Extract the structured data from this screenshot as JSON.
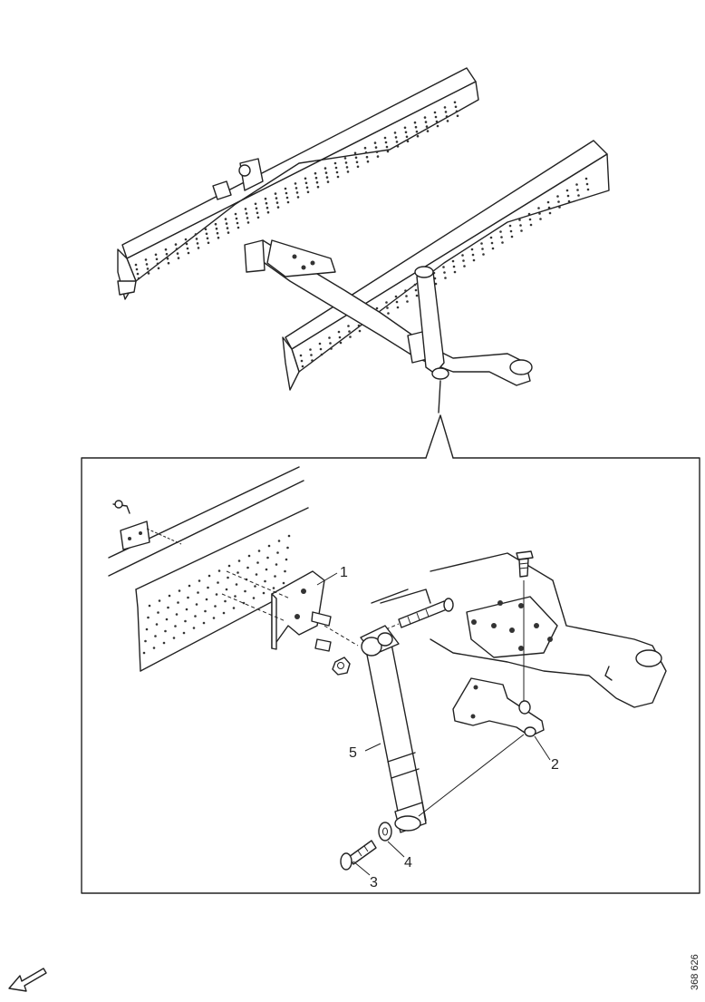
{
  "callouts": [
    "1",
    "2",
    "3",
    "4",
    "5"
  ],
  "drawing_number": "368 626"
}
